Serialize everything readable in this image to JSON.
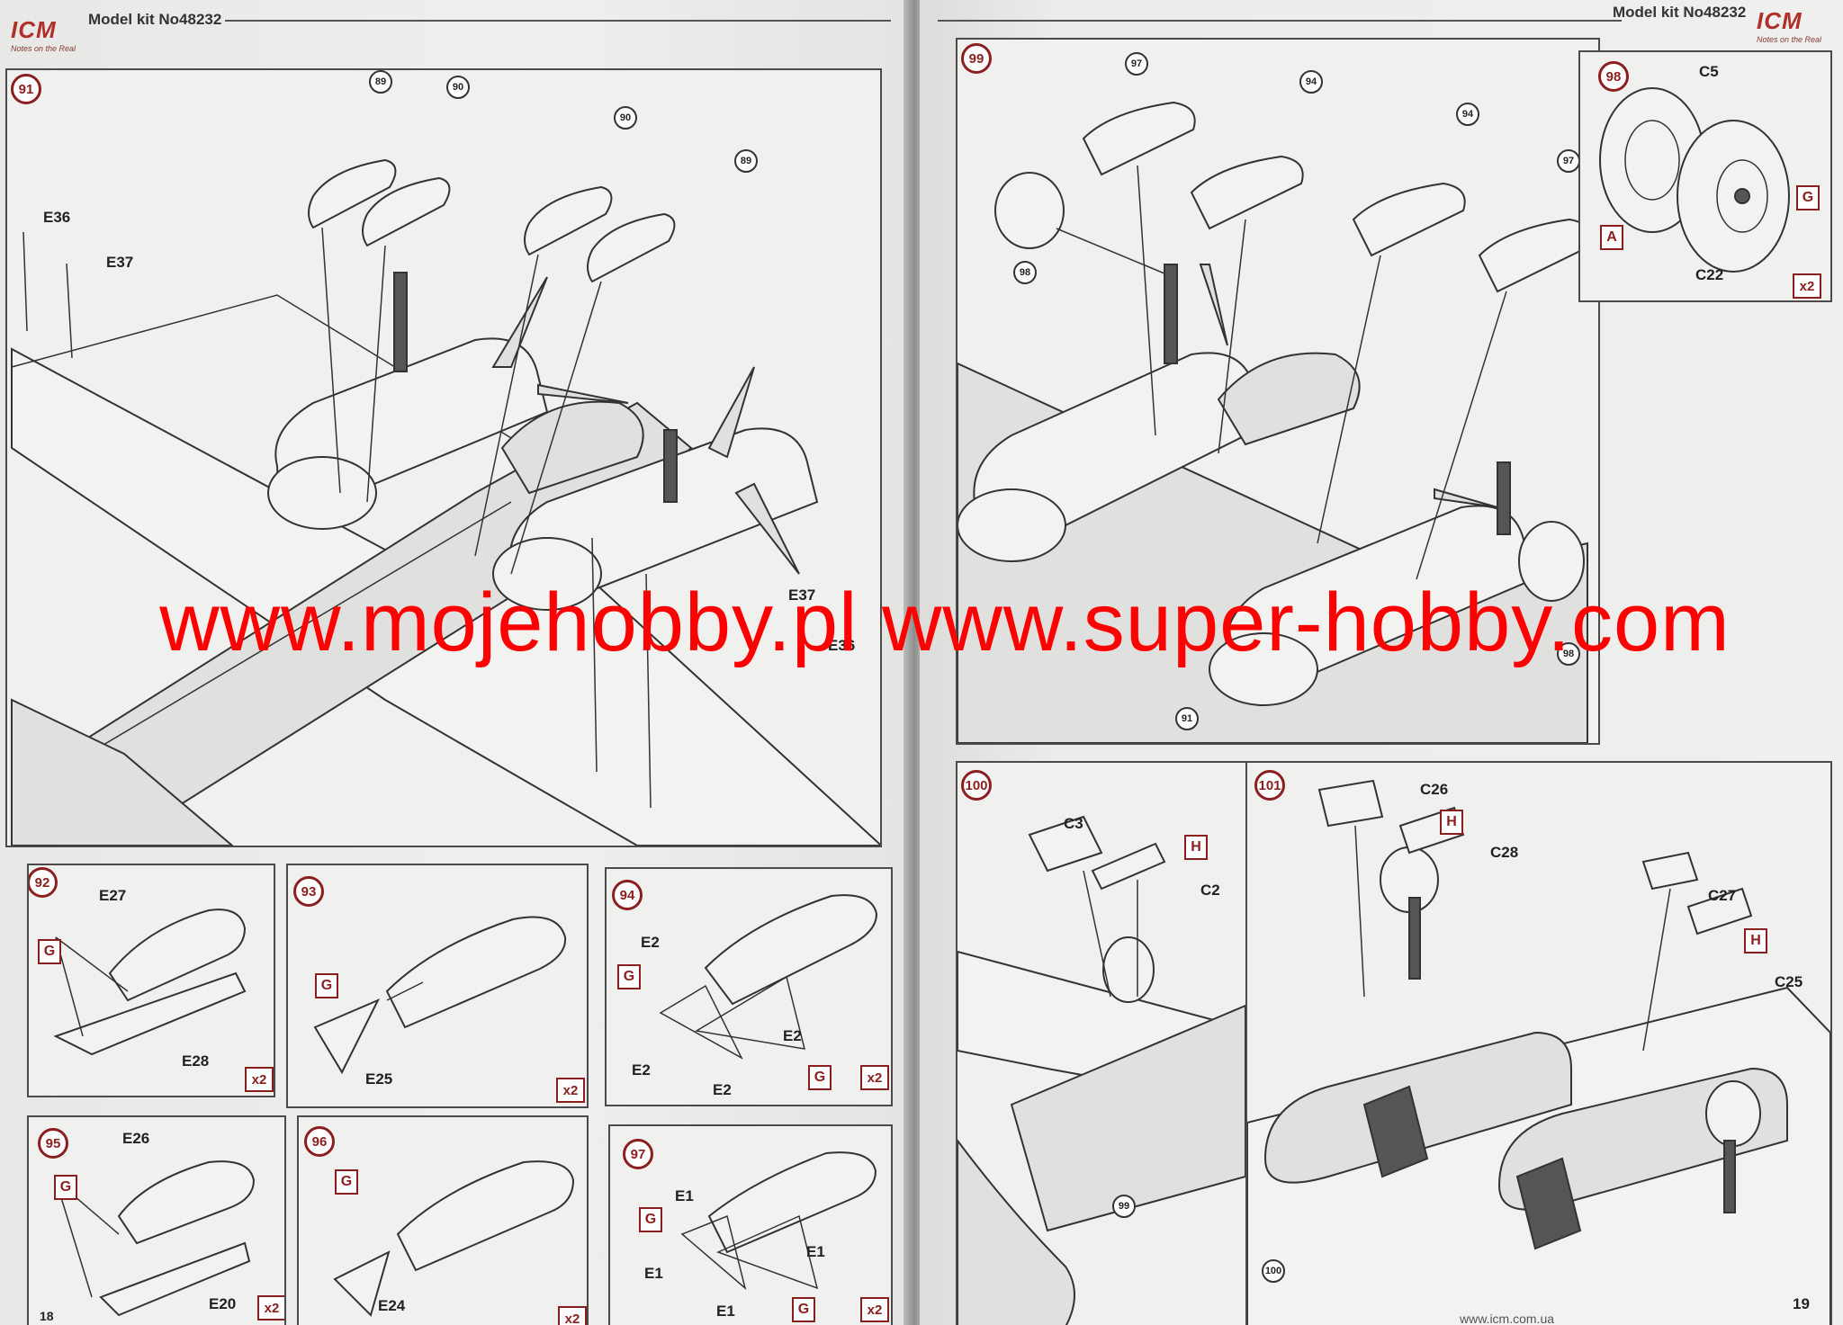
{
  "header": {
    "left_model": "Model kit No48232",
    "right_model": "Model kit No48232",
    "logo": "ICM",
    "logo_tagline": "Notes on the Real"
  },
  "watermark": "www.mojehobby.pl  www.super-hobby.com",
  "page_numbers": {
    "left": "18",
    "right": "19"
  },
  "footer_url": "www.icm.com.ua",
  "steps": {
    "s91": {
      "num": "91",
      "refs": [
        "89",
        "90",
        "90",
        "89"
      ],
      "labels": [
        "E36",
        "E37",
        "E37",
        "E36"
      ]
    },
    "s92": {
      "num": "92",
      "labels": [
        "E27",
        "E28"
      ],
      "glue": "G",
      "qty": "x2"
    },
    "s93": {
      "num": "93",
      "labels": [
        "E25"
      ],
      "glue": "G",
      "qty": "x2"
    },
    "s94": {
      "num": "94",
      "labels": [
        "E2",
        "E2",
        "E2",
        "E2"
      ],
      "glue": [
        "G",
        "G"
      ],
      "qty": "x2"
    },
    "s95": {
      "num": "95",
      "labels": [
        "E26",
        "E20"
      ],
      "glue": "G",
      "qty": "x2"
    },
    "s96": {
      "num": "96",
      "labels": [
        "E24"
      ],
      "glue": "G",
      "qty": "x2"
    },
    "s97": {
      "num": "97",
      "labels": [
        "E1",
        "E1",
        "E1",
        "E1"
      ],
      "glue": [
        "G",
        "G"
      ],
      "qty": "x2"
    },
    "s98": {
      "num": "98",
      "labels": [
        "C5",
        "C22"
      ],
      "marks": [
        "G",
        "A"
      ],
      "qty": "x2"
    },
    "s99": {
      "num": "99",
      "refs": [
        "97",
        "94",
        "94",
        "97",
        "98",
        "98",
        "91"
      ]
    },
    "s100": {
      "num": "100",
      "labels": [
        "C3",
        "C2"
      ],
      "marks": [
        "H"
      ],
      "refs": [
        "99"
      ]
    },
    "s101": {
      "num": "101",
      "labels": [
        "C26",
        "C28",
        "C27",
        "C25"
      ],
      "marks": [
        "H",
        "H"
      ],
      "refs": [
        "100"
      ]
    }
  },
  "colors": {
    "step_ring": "#8b1f1f",
    "watermark": "#ff0000",
    "paper": "#eeeeec"
  }
}
